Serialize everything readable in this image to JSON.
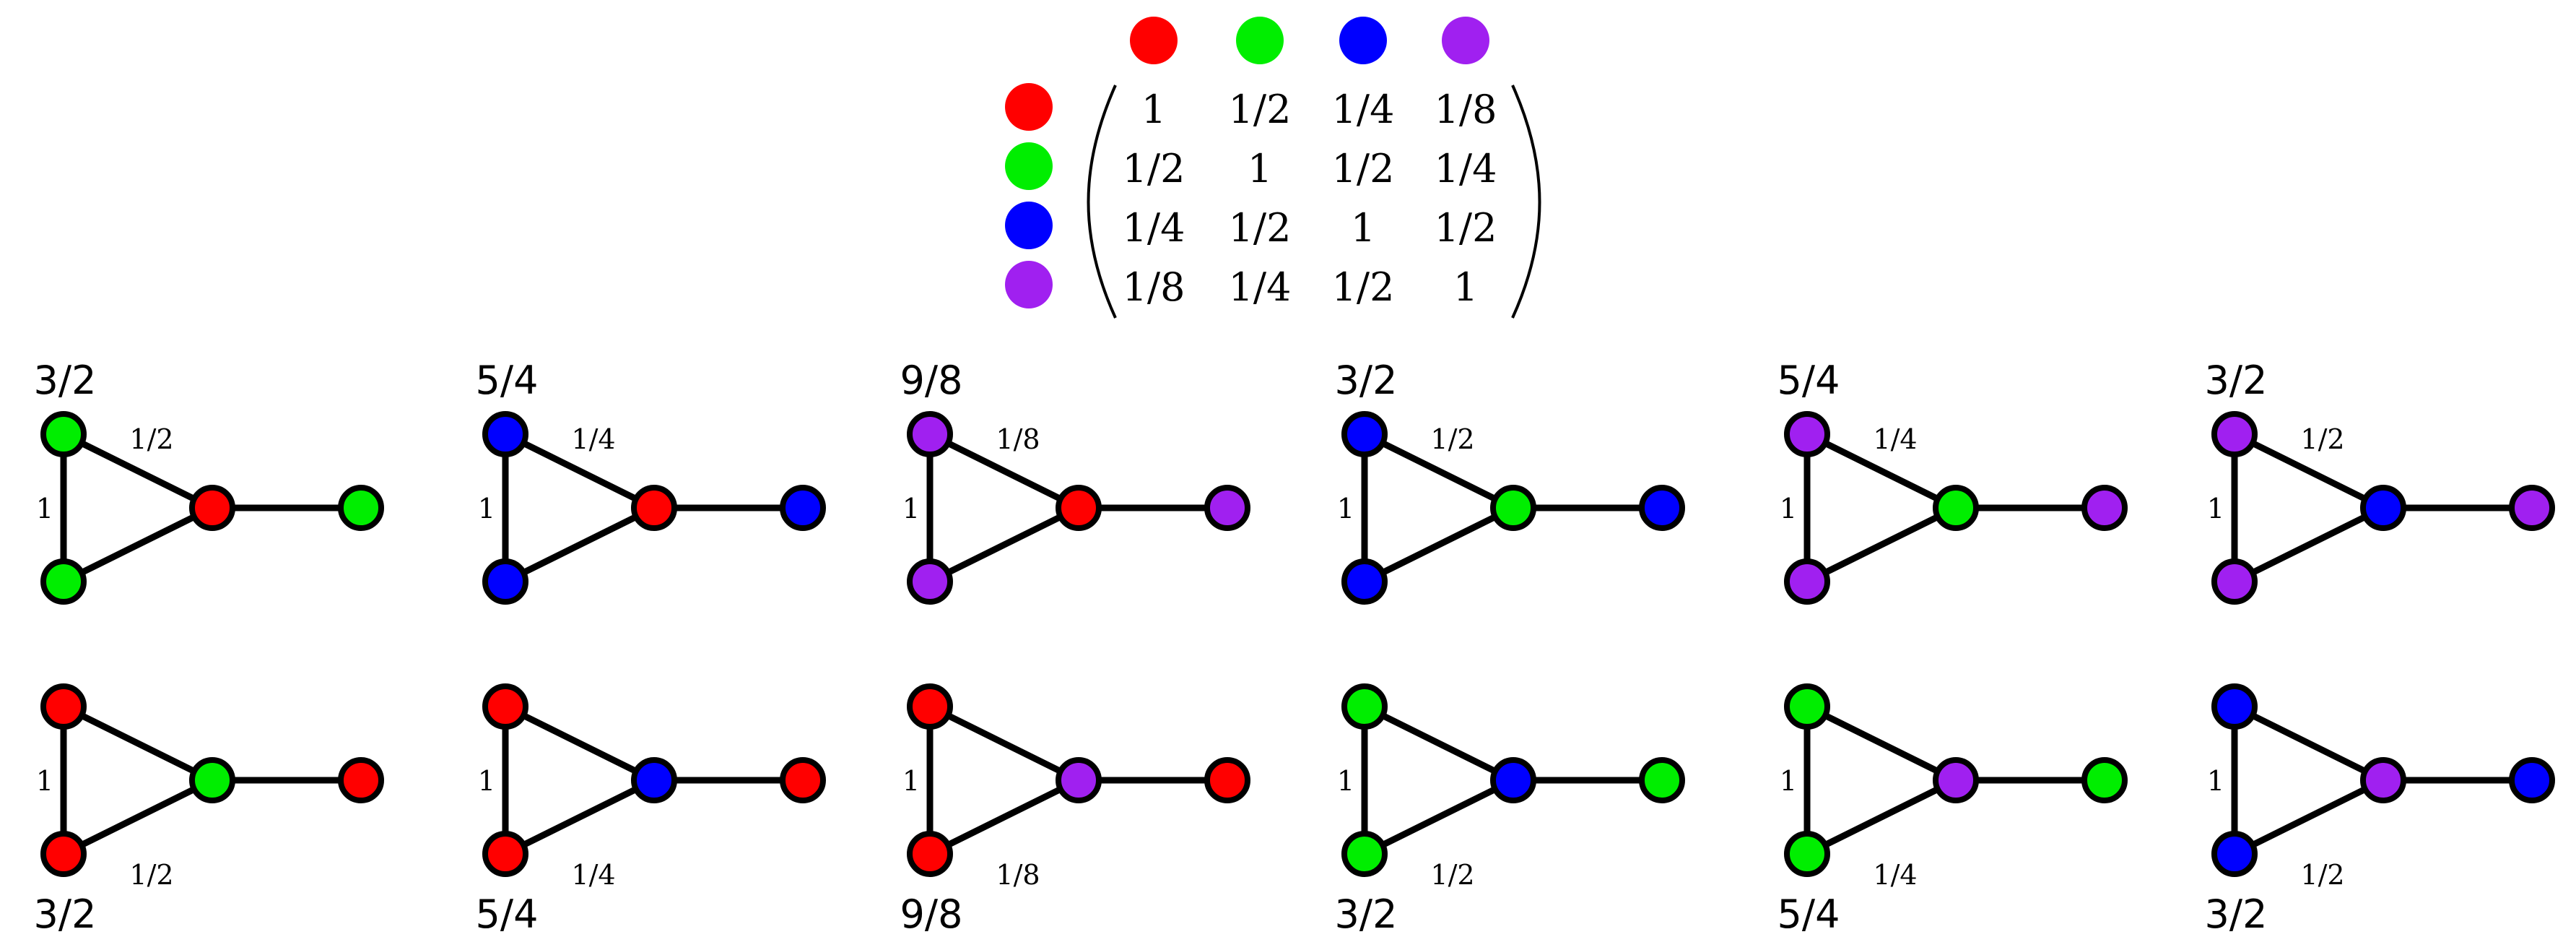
{
  "colors": {
    "red": "#ff0000",
    "green": "#00ee00",
    "blue": "#0000ff",
    "purple": "#a020f0",
    "outline": "#000000",
    "edge": "#000000"
  },
  "matrix": {
    "color_order": [
      "red",
      "green",
      "blue",
      "purple"
    ],
    "rows": [
      [
        "1",
        "1/2",
        "1/4",
        "1/8"
      ],
      [
        "1/2",
        "1",
        "1/2",
        "1/4"
      ],
      [
        "1/4",
        "1/2",
        "1",
        "1/2"
      ],
      [
        "1/8",
        "1/4",
        "1/2",
        "1"
      ]
    ]
  },
  "graphs": {
    "top": [
      {
        "score": "3/2",
        "leaves": "green",
        "center": "red",
        "tail": "green",
        "left_edge": "1",
        "diag_edge": "1/2"
      },
      {
        "score": "5/4",
        "leaves": "blue",
        "center": "red",
        "tail": "blue",
        "left_edge": "1",
        "diag_edge": "1/4"
      },
      {
        "score": "9/8",
        "leaves": "purple",
        "center": "red",
        "tail": "purple",
        "left_edge": "1",
        "diag_edge": "1/8"
      },
      {
        "score": "3/2",
        "leaves": "blue",
        "center": "green",
        "tail": "blue",
        "left_edge": "1",
        "diag_edge": "1/2"
      },
      {
        "score": "5/4",
        "leaves": "purple",
        "center": "green",
        "tail": "purple",
        "left_edge": "1",
        "diag_edge": "1/4"
      },
      {
        "score": "3/2",
        "leaves": "purple",
        "center": "blue",
        "tail": "purple",
        "left_edge": "1",
        "diag_edge": "1/2"
      }
    ],
    "bottom": [
      {
        "score": "3/2",
        "leaves": "red",
        "center": "green",
        "tail": "red",
        "left_edge": "1",
        "diag_edge": "1/2"
      },
      {
        "score": "5/4",
        "leaves": "red",
        "center": "blue",
        "tail": "red",
        "left_edge": "1",
        "diag_edge": "1/4"
      },
      {
        "score": "9/8",
        "leaves": "red",
        "center": "purple",
        "tail": "red",
        "left_edge": "1",
        "diag_edge": "1/8"
      },
      {
        "score": "3/2",
        "leaves": "green",
        "center": "blue",
        "tail": "green",
        "left_edge": "1",
        "diag_edge": "1/2"
      },
      {
        "score": "5/4",
        "leaves": "green",
        "center": "purple",
        "tail": "green",
        "left_edge": "1",
        "diag_edge": "1/4"
      },
      {
        "score": "3/2",
        "leaves": "blue",
        "center": "purple",
        "tail": "blue",
        "left_edge": "1",
        "diag_edge": "1/2"
      }
    ]
  }
}
